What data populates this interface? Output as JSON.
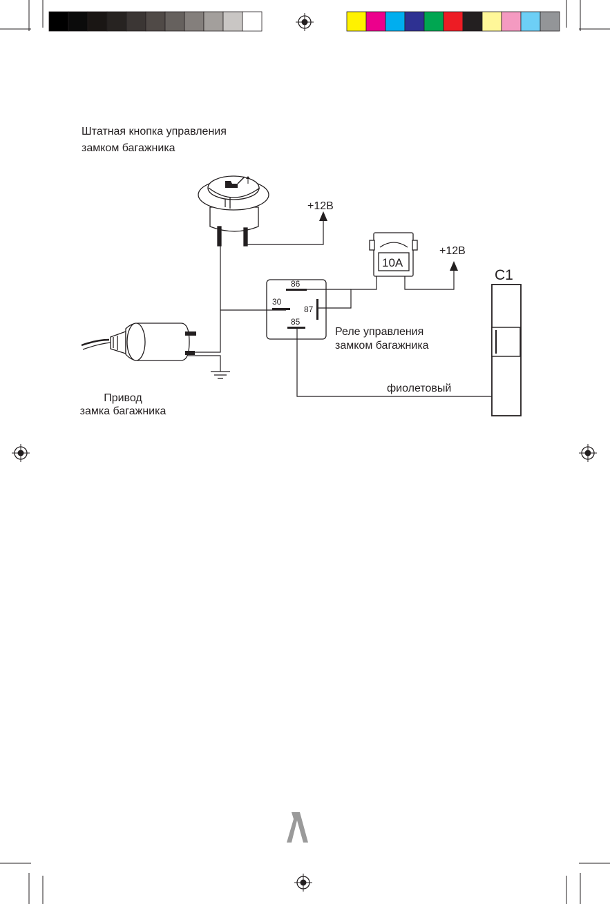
{
  "labels": {
    "button_title_line1": "Штатная кнопка управления",
    "button_title_line2": "замком багажника",
    "plus12_top": "+12В",
    "plus12_right": "+12В",
    "fuse_rating": "10А",
    "connector_name": "C1",
    "relay_pin_86": "86",
    "relay_pin_30": "30",
    "relay_pin_87": "87",
    "relay_pin_85": "85",
    "relay_title_line1": "Реле управления",
    "relay_title_line2": "замком багажника",
    "wire_color": "фиолетовый",
    "actuator_title_line1": "Привод",
    "actuator_title_line2": "замка багажника"
  },
  "colors": {
    "ink": "#231f20",
    "color_bar_gray": [
      "#000000",
      "#0b0b0b",
      "#1a1614",
      "#272321",
      "#3b3634",
      "#504a47",
      "#66615e",
      "#847f7c",
      "#a39f9c",
      "#c9c6c4",
      "#ffffff"
    ],
    "color_bar_process": [
      "#fff200",
      "#ec008c",
      "#00aeef",
      "#2e3192",
      "#00a651",
      "#ed1c24",
      "#231f20",
      "#fff799",
      "#f49ac1",
      "#6dcff6",
      "#939598"
    ]
  },
  "icons": {
    "registration_mark": "registration-mark-icon",
    "trunk_button_symbol": "trunk-lock-icon",
    "ground": "ground-icon",
    "logo": "brand-logo-icon"
  }
}
